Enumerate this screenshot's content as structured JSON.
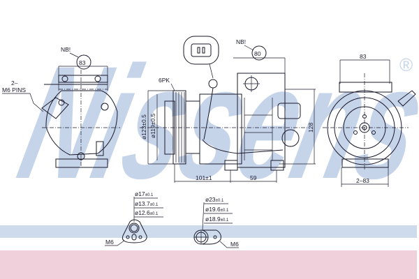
{
  "watermark": {
    "brand": "Nissens",
    "registered": "®"
  },
  "colors": {
    "watermark": "#c6d4ea",
    "band_blue": "#cddbed",
    "band_pink": "#f0d0da",
    "line": "#1a1a2a"
  },
  "side_view": {
    "note": "NB!",
    "width_circle": "83",
    "pins_line1": "2–",
    "pins_line2": "M6  PINS"
  },
  "front_view": {
    "belt": "6PK",
    "dia_outer": "ø123±0.5",
    "dia_inner": "ø119±0.5",
    "length_pulley": "101±1",
    "length_mount": "59",
    "note": "NB!",
    "width_circle": "80",
    "height": "128"
  },
  "end_view": {
    "width": "83",
    "mount_spacing": "2–83"
  },
  "flange_left": {
    "dims": [
      {
        "value": "ø17",
        "tol": "±0.1"
      },
      {
        "value": "ø13.7",
        "tol": "±0.1"
      },
      {
        "value": "ø12.6",
        "tol": "±0.1"
      }
    ],
    "thread": "M6"
  },
  "flange_right": {
    "dims": [
      {
        "value": "ø23",
        "tol": "±0.1"
      },
      {
        "value": "ø19.6",
        "tol": "±0.1"
      },
      {
        "value": "ø18.9",
        "tol": "±0.1"
      }
    ],
    "thread": "M6"
  }
}
